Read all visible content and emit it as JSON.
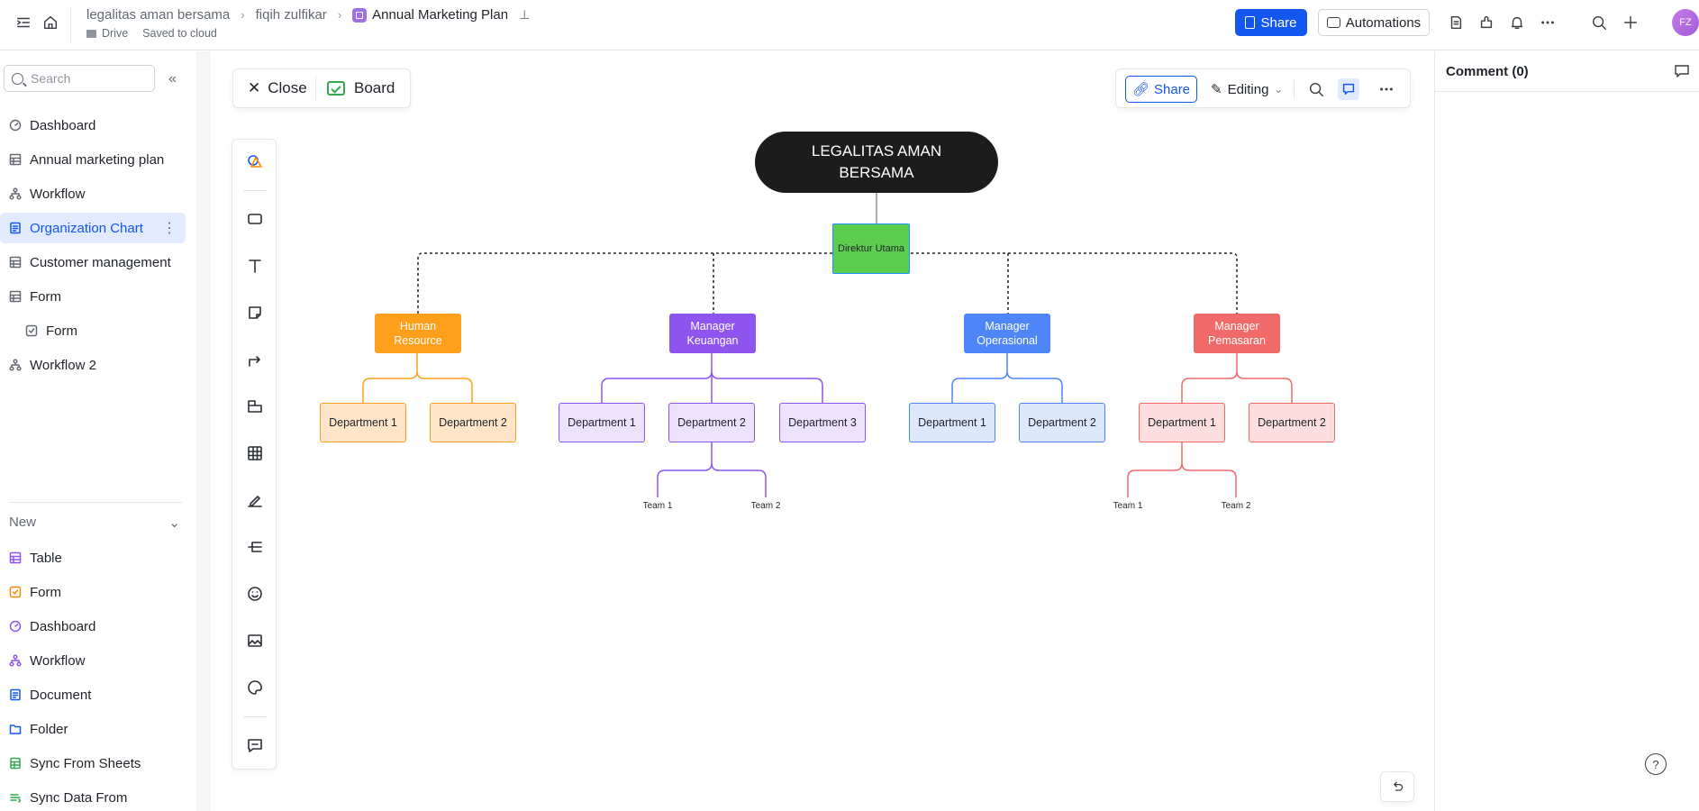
{
  "topbar": {
    "breadcrumbs": [
      "legalitas aman bersama",
      "fiqih zulfikar",
      "Annual Marketing Plan"
    ],
    "location": "Drive",
    "save_status": "Saved to cloud",
    "share_label": "Share",
    "automations_label": "Automations",
    "avatar_initials": "FZ"
  },
  "sidebar": {
    "search_placeholder": "Search",
    "items": [
      {
        "label": "Dashboard",
        "icon": "dashboard-icon"
      },
      {
        "label": "Annual marketing plan",
        "icon": "table-icon"
      },
      {
        "label": "Workflow",
        "icon": "workflow-icon"
      },
      {
        "label": "Organization Chart",
        "icon": "document-icon",
        "active": true
      },
      {
        "label": "Customer management",
        "icon": "table-icon"
      },
      {
        "label": "Form",
        "icon": "table-icon"
      },
      {
        "label": "Form",
        "icon": "form-icon"
      },
      {
        "label": "Workflow 2",
        "icon": "workflow-icon"
      }
    ],
    "new_section_label": "New",
    "new_items": [
      {
        "label": "Table",
        "icon": "table-icon",
        "color": "#8d55ed"
      },
      {
        "label": "Form",
        "icon": "form-icon",
        "color": "#ff8800"
      },
      {
        "label": "Dashboard",
        "icon": "dashboard-icon",
        "color": "#8d55ed"
      },
      {
        "label": "Workflow",
        "icon": "workflow-icon",
        "color": "#8d55ed"
      },
      {
        "label": "Document",
        "icon": "document-icon",
        "color": "#1456f0"
      },
      {
        "label": "Folder",
        "icon": "folder-icon",
        "color": "#1456f0"
      },
      {
        "label": "Sync From Sheets",
        "icon": "sheets-icon",
        "color": "#34a853"
      },
      {
        "label": "Sync Data From",
        "icon": "sync-icon",
        "color": "#34a853"
      }
    ]
  },
  "board": {
    "close_label": "Close",
    "board_label": "Board",
    "share_label": "Share",
    "mode_label": "Editing"
  },
  "org_chart": {
    "root": "LEGALITAS AMAN BERSAMA",
    "director": "Direktur Utama",
    "managers": [
      {
        "label": "Human Resource",
        "color": "#ff9f1c",
        "departments": [
          "Department 1",
          "Department 2"
        ],
        "teams": []
      },
      {
        "label": "Manager Keuangan",
        "color": "#8d55ed",
        "departments": [
          "Department 1",
          "Department 2",
          "Department 3"
        ],
        "teams": [
          "Team 1",
          "Team 2"
        ]
      },
      {
        "label": "Manager Operasional",
        "color": "#4f86f7",
        "departments": [
          "Department 1",
          "Department 2"
        ],
        "teams": []
      },
      {
        "label": "Manager Pemasaran",
        "color": "#f06a6a",
        "departments": [
          "Department 1",
          "Department 2"
        ],
        "teams": [
          "Team 1",
          "Team 2"
        ]
      }
    ]
  },
  "comments": {
    "title": "Comment (0)"
  },
  "colors": {
    "accent": "#1456f0",
    "active_bg": "#e1eaff"
  }
}
